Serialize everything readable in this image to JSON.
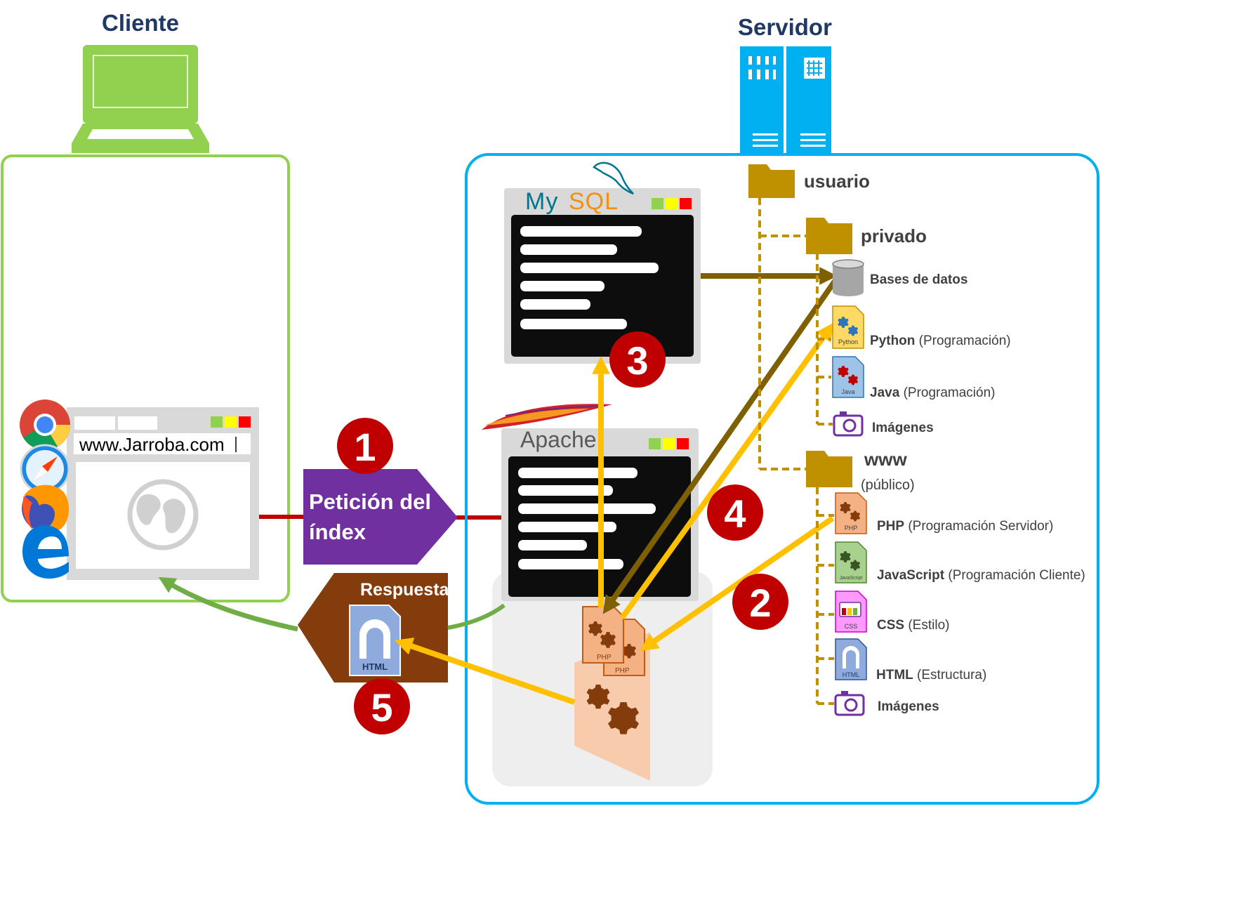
{
  "client": {
    "title": "Cliente"
  },
  "server": {
    "title": "Servidor"
  },
  "browser": {
    "url": "www.Jarroba.com"
  },
  "mysql": {
    "label_a": "My",
    "label_b": "SQL"
  },
  "apache": {
    "label": "Apache"
  },
  "request": {
    "line1": "Petición del",
    "line2": "índex"
  },
  "response": {
    "label": "Respuesta",
    "file_label": "HTML"
  },
  "steps": {
    "s1": "1",
    "s2": "2",
    "s3": "3",
    "s4": "4",
    "s5": "5"
  },
  "php_file_label": "PHP",
  "folders": {
    "usuario": "usuario",
    "privado": "privado",
    "www": "www",
    "www_sub": "(público)"
  },
  "files": {
    "bases_datos": "Bases de datos",
    "python": {
      "name": "Python",
      "desc": "(Programación)",
      "icon_label": "Python"
    },
    "java": {
      "name": "Java",
      "desc": "(Programación)",
      "icon_label": "Java"
    },
    "imagenes_privado": "Imágenes",
    "php": {
      "name": "PHP",
      "desc": "(Programación Servidor)",
      "icon_label": "PHP"
    },
    "javascript": {
      "name": "JavaScript",
      "desc": "(Programación Cliente)",
      "icon_label": "JavaScript"
    },
    "css": {
      "name": "CSS",
      "desc": "(Estilo)",
      "icon_label": "CSS"
    },
    "html": {
      "name": "HTML",
      "desc": "(Estructura)",
      "icon_label": "HTML"
    },
    "imagenes_www": "Imágenes"
  },
  "colors": {
    "client_green": "#92d050",
    "server_blue": "#00b0f0",
    "folder_gold": "#bf9000",
    "request_purple": "#7030a0",
    "response_brown": "#843c0c",
    "step_red": "#c00000",
    "arrow_yellow": "#ffc000",
    "arrow_olive": "#7f6000",
    "connector_red": "#c00000",
    "green_arrow": "#70ad47"
  }
}
